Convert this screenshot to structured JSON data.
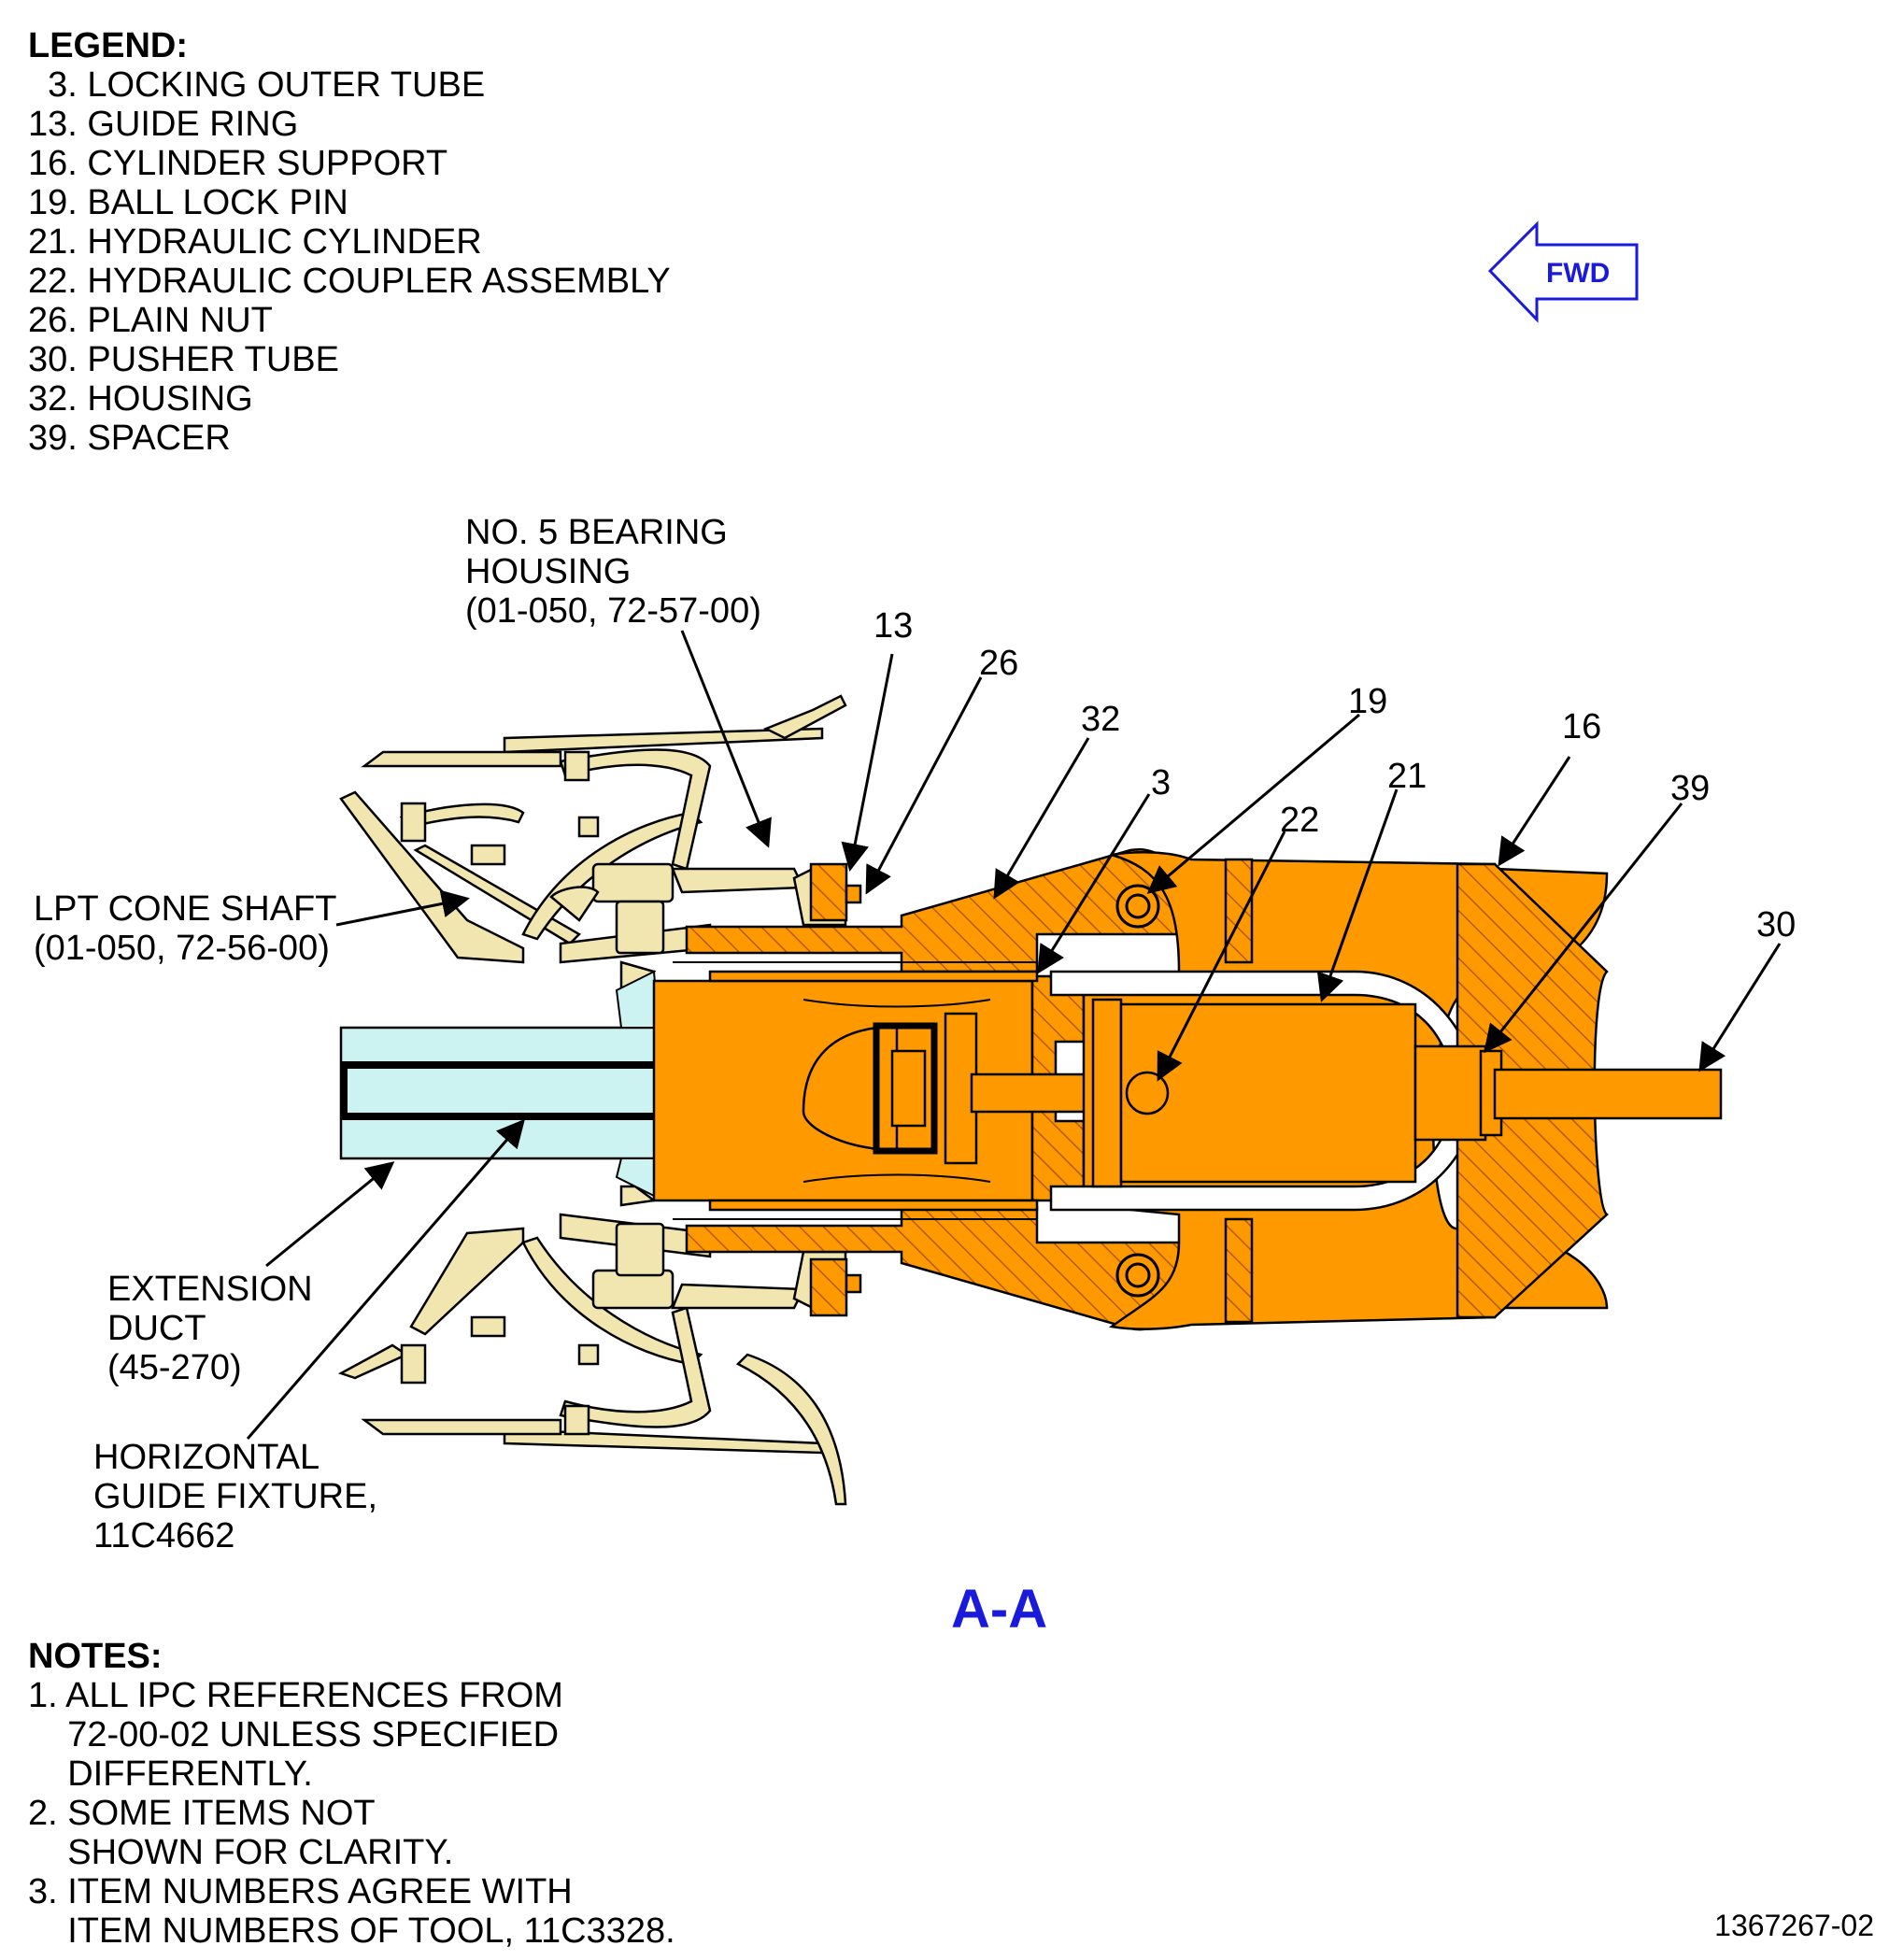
{
  "legend": {
    "heading": "LEGEND:",
    "items": [
      "  3. LOCKING OUTER TUBE",
      "13. GUIDE RING",
      "16. CYLINDER SUPPORT",
      "19. BALL LOCK PIN",
      "21. HYDRAULIC CYLINDER",
      "22. HYDRAULIC COUPLER ASSEMBLY",
      "26. PLAIN NUT",
      "30. PUSHER TUBE",
      "32. HOUSING",
      "39. SPACER"
    ]
  },
  "fwd_label": "FWD",
  "callouts": {
    "bearing_housing": [
      "NO. 5 BEARING",
      "HOUSING",
      "(01-050, 72-57-00)"
    ],
    "lpt_cone_shaft": [
      "LPT CONE SHAFT",
      "(01-050, 72-56-00)"
    ],
    "extension_duct": [
      "EXTENSION",
      "DUCT",
      "(45-270)"
    ],
    "guide_fixture": [
      "HORIZONTAL",
      "GUIDE FIXTURE,",
      "11C4662"
    ],
    "item_13": "13",
    "item_26": "26",
    "item_32": "32",
    "item_19": "19",
    "item_3": "3",
    "item_22": "22",
    "item_21": "21",
    "item_16": "16",
    "item_39": "39",
    "item_30": "30"
  },
  "section_label": "A-A",
  "notes": {
    "heading": "NOTES:",
    "items": [
      "1. ALL IPC REFERENCES FROM",
      "    72-00-02 UNLESS SPECIFIED",
      "    DIFFERENTLY.",
      "2. SOME ITEMS NOT",
      "    SHOWN FOR CLARITY.",
      "3. ITEM NUMBERS AGREE WITH",
      "    ITEM NUMBERS OF TOOL, 11C3328."
    ]
  },
  "figure_id": "1367267-02",
  "colors": {
    "tool_orange": "#ff9900",
    "hatch": "#b35a00",
    "engine_part": "#f2e6b0",
    "duct": "#ccf2f2",
    "accent_blue": "#1a1adb"
  }
}
